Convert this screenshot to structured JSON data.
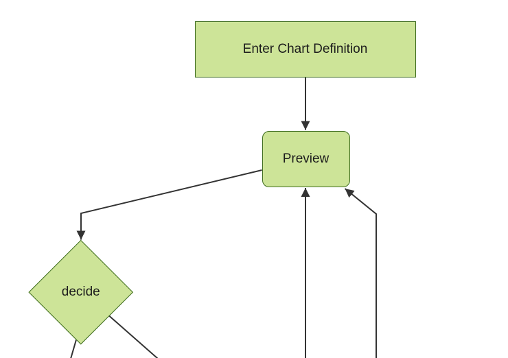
{
  "diagram": {
    "type": "flowchart",
    "nodes": {
      "enter_chart_definition": {
        "label": "Enter Chart Definition",
        "shape": "rectangle"
      },
      "preview": {
        "label": "Preview",
        "shape": "rounded-rectangle"
      },
      "decide": {
        "label": "decide",
        "shape": "diamond"
      }
    },
    "edges": [
      {
        "name": "edge-enter-to-preview",
        "from": "enter_chart_definition",
        "to": "preview",
        "arrow": true
      },
      {
        "name": "edge-preview-to-decide",
        "from": "preview",
        "to": "decide",
        "arrow": true
      },
      {
        "name": "edge-offscreen-to-preview-bottom",
        "from": "offscreen-bottom",
        "to": "preview",
        "arrow": true
      },
      {
        "name": "edge-offscreen-to-preview-corner",
        "from": "offscreen-bottom",
        "to": "preview",
        "arrow": true
      },
      {
        "name": "edge-decide-to-offscreen-left",
        "from": "decide",
        "to": "offscreen-bottom",
        "arrow": false
      },
      {
        "name": "edge-decide-to-offscreen-right",
        "from": "decide",
        "to": "offscreen-bottom",
        "arrow": false
      }
    ]
  },
  "theme": {
    "node-fill": "#cde498",
    "node-stroke": "#3f6d20",
    "edge-color": "#333333",
    "text-color": "#1c1c1c",
    "bg": "#ffffff"
  }
}
